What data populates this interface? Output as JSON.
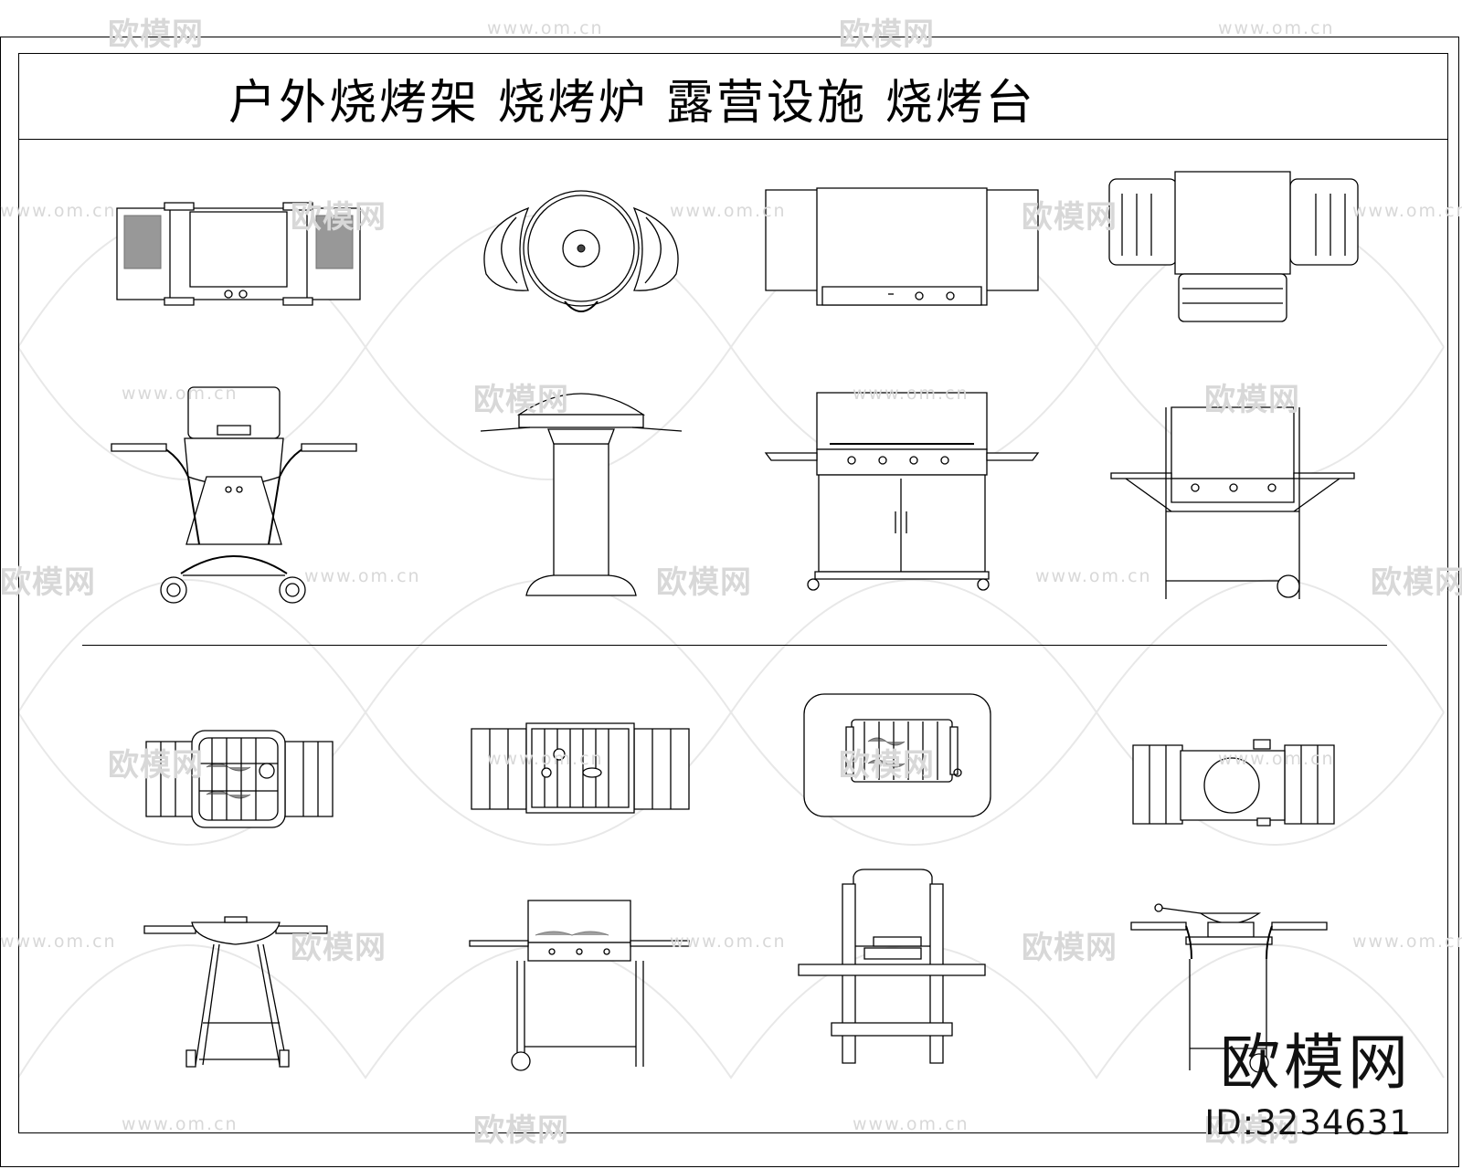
{
  "title": "户外烧烤架 烧烤炉 露营设施 烧烤台",
  "watermark": {
    "brand": "欧模网",
    "url": "www.om.cn"
  },
  "brand_mark": {
    "name": "欧模网",
    "id": "ID:3234631"
  },
  "drawings": [
    "bbq-grill-top-1",
    "kettle-grill-top",
    "gas-grill-top-1",
    "cart-grill-top",
    "kettle-cart-front",
    "pedestal-grill-front",
    "gas-cabinet-front",
    "gas-cart-front",
    "square-grill-top",
    "charcoal-grill-top",
    "tabletop-grill-top",
    "round-grill-side-tables-top",
    "kettle-legs-front",
    "gas-cart-front-2",
    "brick-style-grill-front",
    "wok-burner-front"
  ],
  "colors": {
    "line": "#000000",
    "watermark": "#d8d8d8",
    "background": "#ffffff"
  }
}
